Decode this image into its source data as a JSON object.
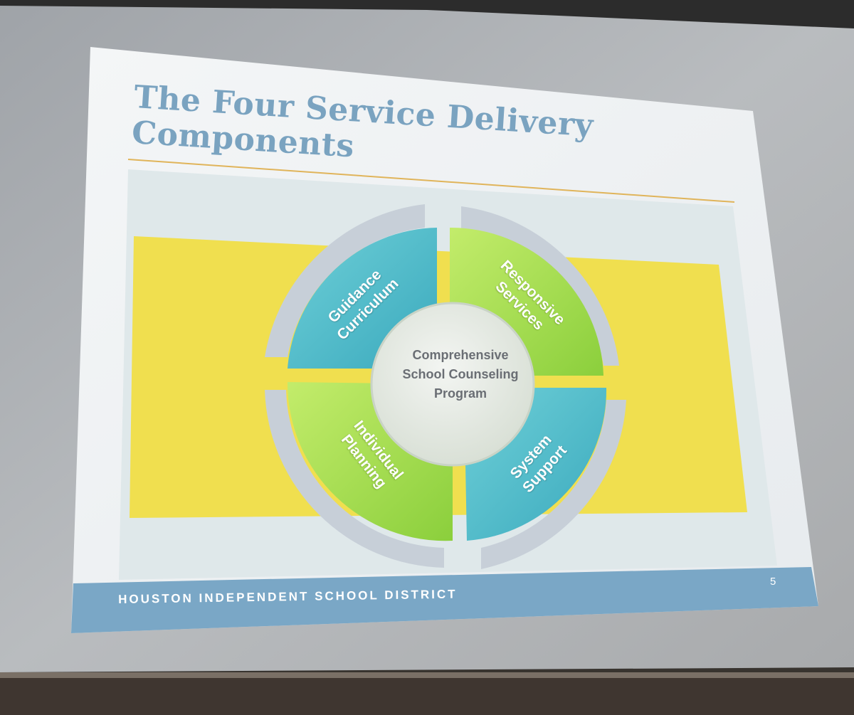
{
  "slide": {
    "title_line1": "The Four Service Delivery",
    "title_line2": "Components",
    "footer": "HOUSTON INDEPENDENT SCHOOL DISTRICT",
    "page_number": "5"
  },
  "diagram": {
    "center": {
      "line1": "Comprehensive",
      "line2": "School Counseling",
      "line3": "Program"
    },
    "segments": {
      "top_left": {
        "line1": "Guidance",
        "line2": "Curriculum"
      },
      "top_right": {
        "line1": "Responsive",
        "line2": "Services"
      },
      "bottom_left": {
        "line1": "Individual",
        "line2": "Planning"
      },
      "bottom_right": {
        "line1": "System",
        "line2": "Support"
      }
    }
  },
  "colors": {
    "title": "#7aa3c0",
    "footer_band": "#7aa7c6",
    "teal_segment": "#4fbcc9",
    "green_segment": "#9ed94a",
    "yellow_band": "#f4e25a",
    "outer_ring": "#c9d1da"
  }
}
